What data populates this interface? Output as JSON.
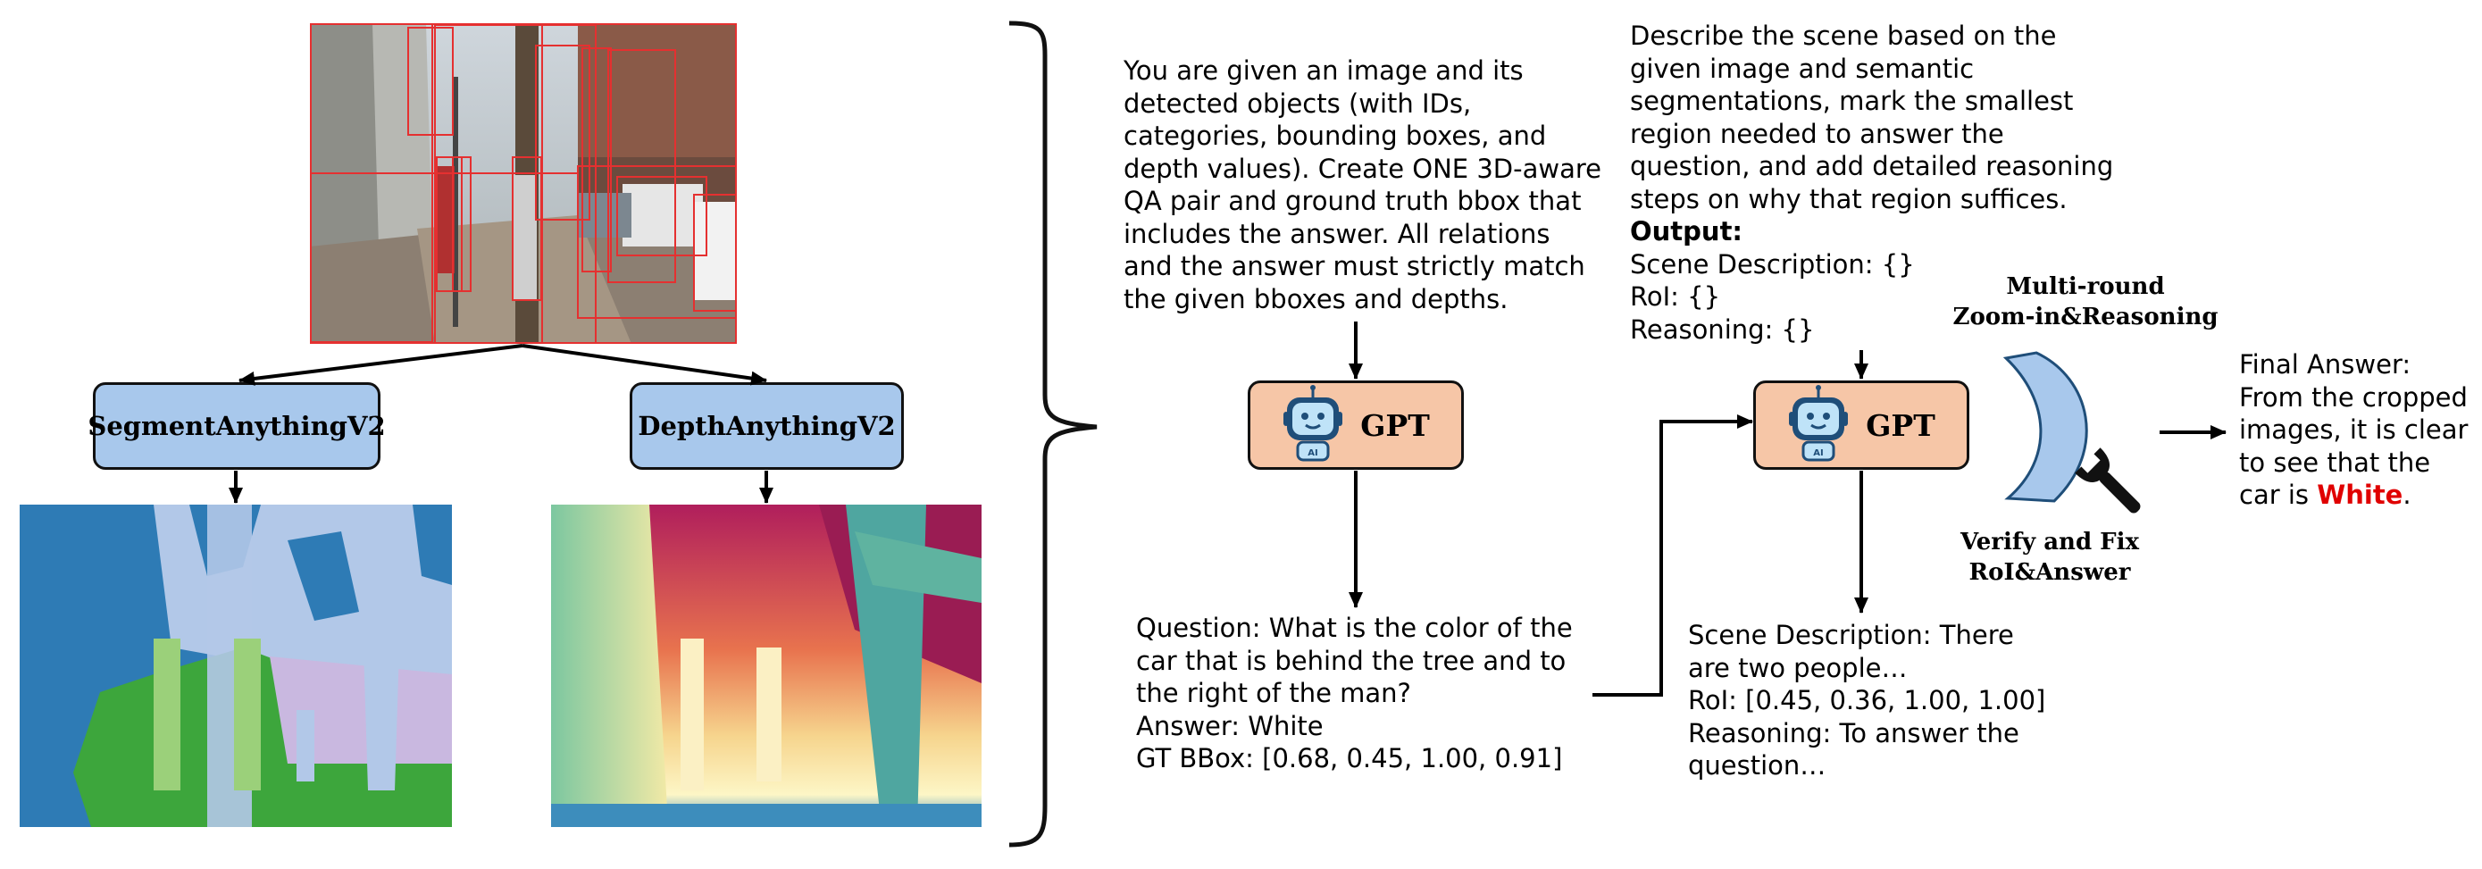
{
  "models": {
    "segment": "SegmentAnythingV2",
    "depth": "DepthAnythingV2"
  },
  "prompt1": "You are given an image and its\ndetected objects (with IDs,\ncategories, bounding boxes, and\ndepth values). Create ONE 3D-aware\nQA pair and ground truth bbox that\nincludes the answer. All relations\nand the answer must strictly match\nthe given bboxes and depths.",
  "prompt2": {
    "intro": "Describe the scene based on the\ngiven image and semantic\nsegmentations, mark the smallest\nregion needed to answer the\nquestion, and add detailed reasoning\nsteps on why that region suffices.",
    "output_label": "Output:",
    "fields": "Scene Description: {}\nRoI: {}\nReasoning: {}"
  },
  "gpt_label": "GPT",
  "robot_badge": "AI",
  "qa": "Question: What is the color of the\ncar that is behind the tree and to\nthe right of the man?\nAnswer: White\nGT BBox: [0.68, 0.45, 1.00, 0.91]",
  "scene": "Scene Description: There\nare two people…\nRoI: [0.45, 0.36, 1.00, 1.00]\nReasoning: To answer the\nquestion…",
  "loop": {
    "top": "Multi-round\nZoom-in&Reasoning",
    "bottom": "Verify and Fix\nRoI&Answer"
  },
  "final": {
    "text": "Final Answer:\nFrom the cropped\nimages, it is clear\nto see that the\ncar is ",
    "answer": "White",
    "end": "."
  },
  "colors": {
    "model_box": "#a8c8ec",
    "gpt_box": "#f6c6a7",
    "answer_red": "#e00000",
    "bbox_red": "#e53030"
  },
  "icons": [
    "robot-icon",
    "wrench-icon",
    "curved-arrow-icon",
    "brace-icon"
  ]
}
